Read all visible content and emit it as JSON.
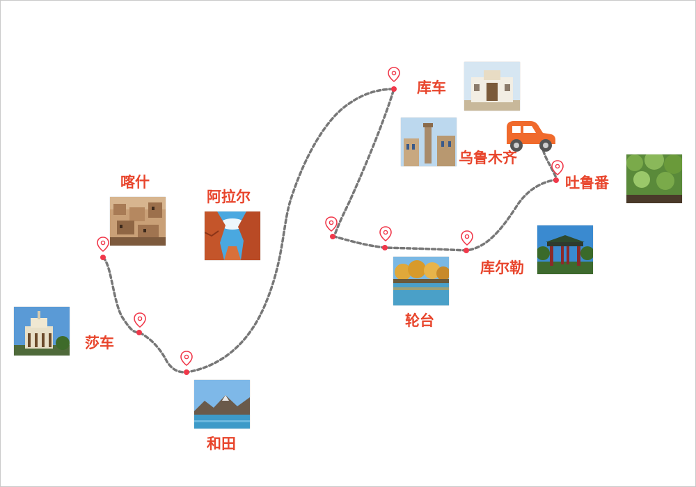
{
  "map": {
    "route_color": "#777777",
    "pin_color": "#f0384a",
    "label_color": "#e8452c",
    "car_color": "#f06a2c"
  },
  "cities": [
    {
      "id": "kashgar",
      "name": "喀什"
    },
    {
      "id": "shache",
      "name": "莎车"
    },
    {
      "id": "hetian",
      "name": "和田"
    },
    {
      "id": "alar",
      "name": "阿拉尔"
    },
    {
      "id": "kuqa",
      "name": "库车"
    },
    {
      "id": "urumqi",
      "name": "乌鲁木齐"
    },
    {
      "id": "turpan",
      "name": "吐鲁番"
    },
    {
      "id": "luntai",
      "name": "轮台"
    },
    {
      "id": "korla",
      "name": "库尔勒"
    }
  ]
}
